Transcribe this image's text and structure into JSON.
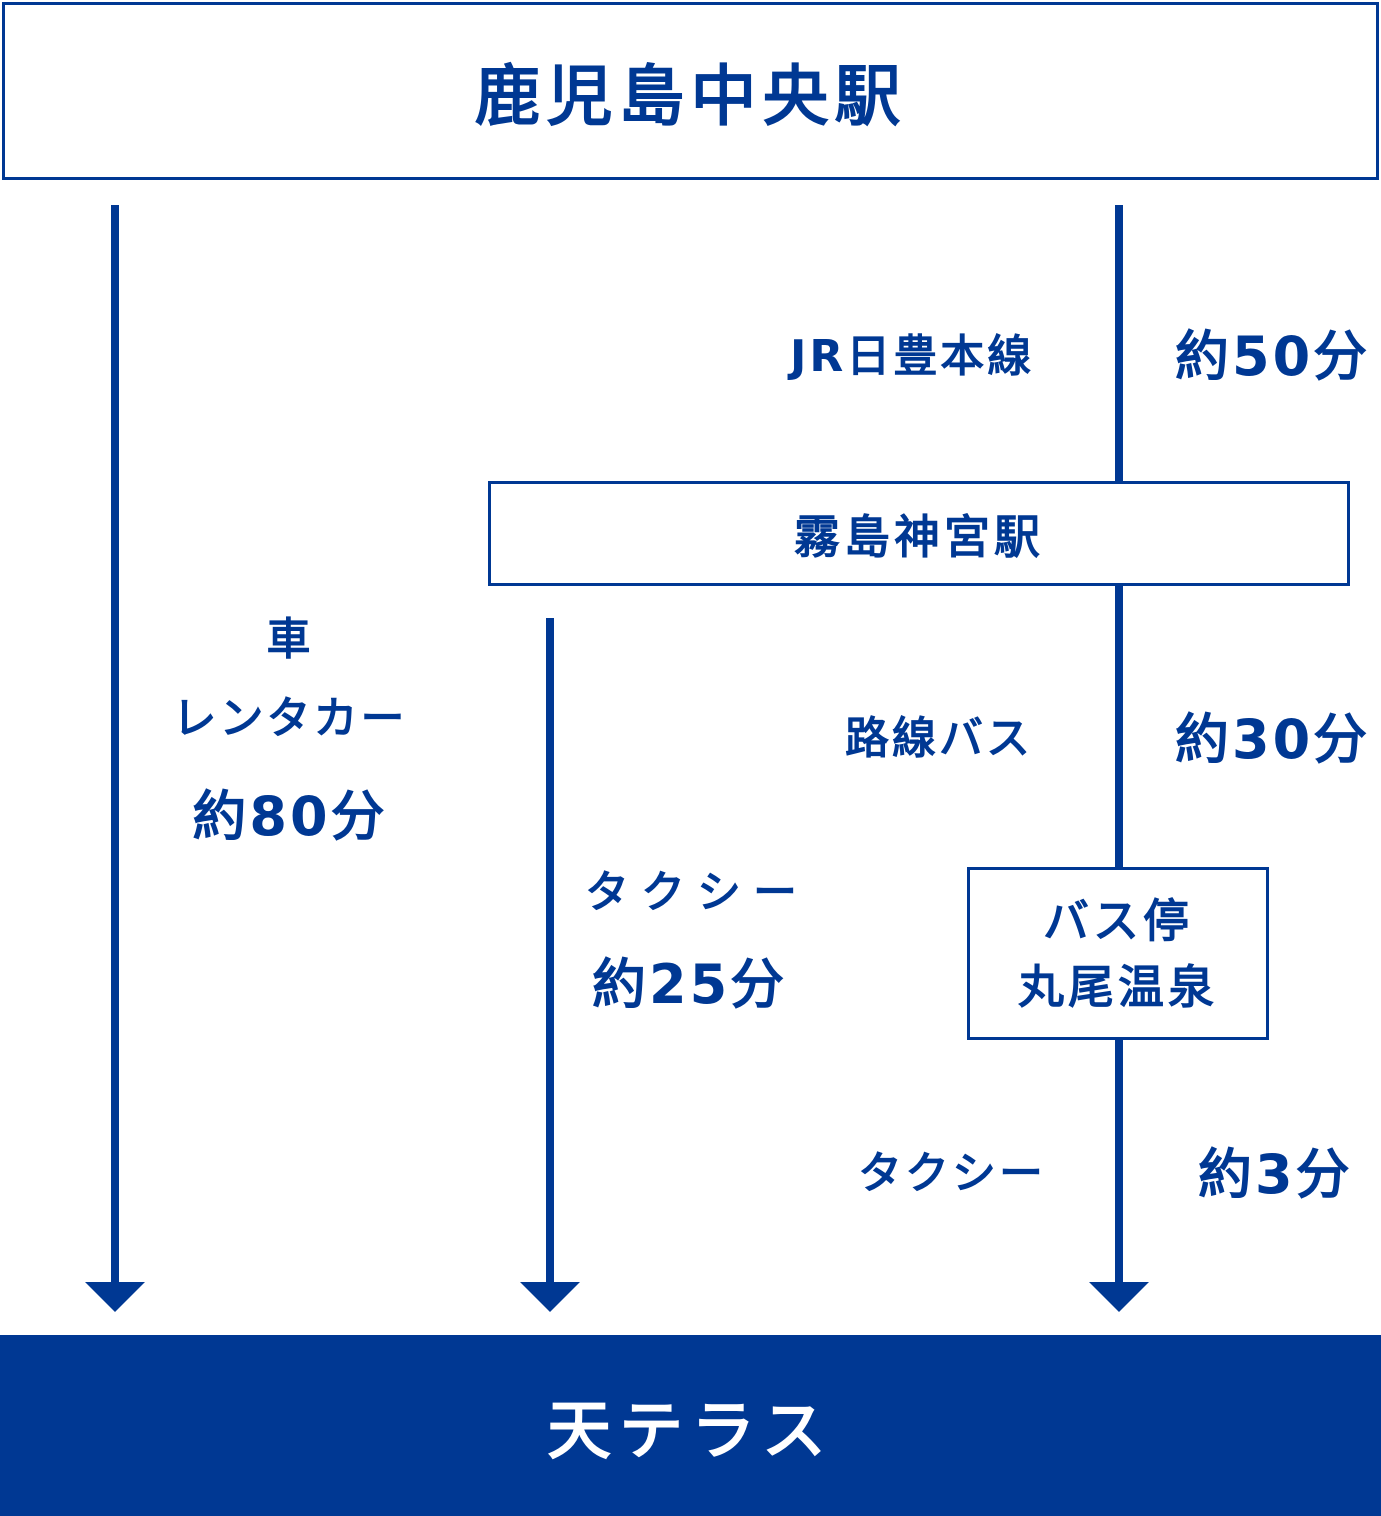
{
  "origin": "鹿児島中央駅",
  "destination": "天テラス",
  "stations": {
    "kirishima_jingu": "霧島神宮駅",
    "bus_stop_line1": "バス停",
    "bus_stop_line2": "丸尾温泉"
  },
  "routes": {
    "car": {
      "mode": "車",
      "sub": "レンタカー",
      "time": "約80分"
    },
    "taxi_direct": {
      "mode": "タクシー",
      "time": "約25分"
    },
    "jr": {
      "mode": "JR日豊本線",
      "time": "約50分"
    },
    "bus": {
      "mode": "路線バス",
      "time": "約30分"
    },
    "taxi_short": {
      "mode": "タクシー",
      "time": "約3分"
    }
  },
  "colors": {
    "primary": "#003893"
  }
}
